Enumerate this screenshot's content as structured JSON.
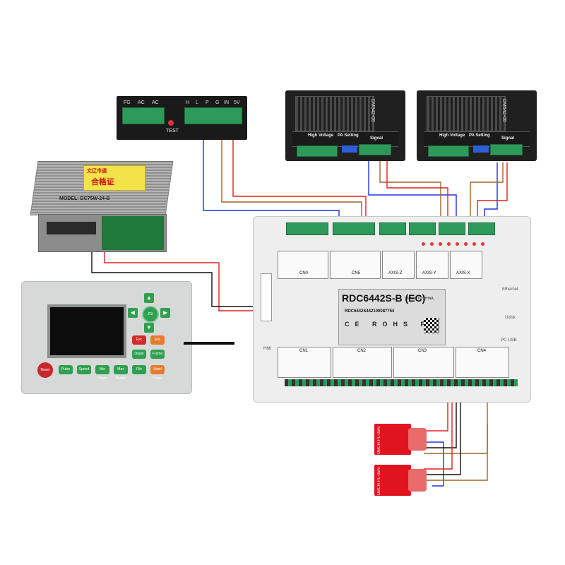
{
  "laser_power_supply": {
    "terminal_labels": [
      "FG",
      "AC",
      "AC",
      "H",
      "L",
      "P",
      "G",
      "IN",
      "5V"
    ],
    "test_label": "TEST"
  },
  "switching_power_supply": {
    "label_top": "文辽市通",
    "label_main": "合格证",
    "model_text": "MODEL: DC75W-24-B"
  },
  "stepper_drivers": [
    {
      "high_voltage": "High Voltage",
      "pa_setting": "PA Setting",
      "signal": "Signal",
      "side_text": "DM542-05"
    },
    {
      "high_voltage": "High Voltage",
      "pa_setting": "PA Setting",
      "signal": "Signal",
      "side_text": "DM542-05"
    }
  ],
  "control_panel": {
    "buttons": {
      "reset": "Reset",
      "pulse": "Pulse",
      "speed": "Speed",
      "min_power": "Min Power",
      "max_power": "Max Power",
      "file": "File",
      "start_pause": "Start/ Pause",
      "esc": "Esc",
      "frame": "Frame",
      "origin": "Origin",
      "z_u": "Z/U",
      "enter": "Ent"
    }
  },
  "controller": {
    "model": "RDC6442S-B (EC)",
    "made_in": "MADE IN CHINA",
    "serial": "RDC6442S442100087754",
    "marks": "CE ROHS FC",
    "side_labels": {
      "ethernet": "Ethernet",
      "udisk": "Udisk",
      "pc_usb": "PC-USB",
      "hmi": "HMI"
    },
    "top_connectors": [
      "CN0",
      "CN5",
      "AXIS-Z",
      "AXIS-Y",
      "AXIS-X"
    ],
    "bottom_connectors": [
      "CN1",
      "CN2",
      "CN3",
      "CN4"
    ]
  },
  "sensors": [
    {
      "text": "OBCH PL-05N"
    },
    {
      "text": "OBCH PL-05N"
    }
  ],
  "wire_colors": {
    "red": "#e02020",
    "blue": "#2030e0",
    "brown": "#a0642a",
    "black": "#111111"
  }
}
